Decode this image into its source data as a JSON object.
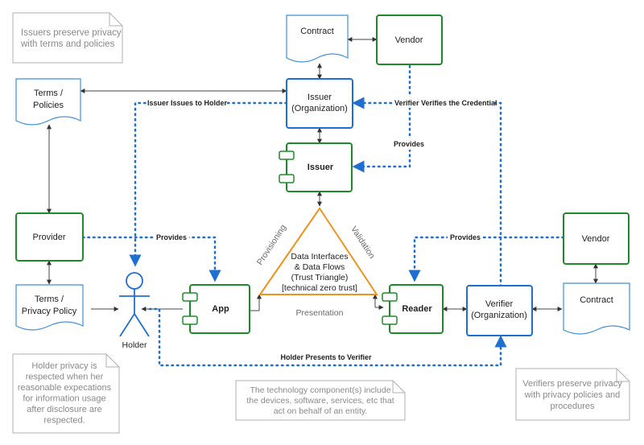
{
  "notes": {
    "issuers": [
      "Issuers preserve privacy",
      "with terms and policies"
    ],
    "holder": [
      "Holder privacy is",
      "respected when her",
      "reasonable expecations",
      "for information usage",
      "after disclosure are",
      "respected."
    ],
    "technology": [
      "The technology component(s) include",
      "the devices, software, services, etc that",
      "act on behalf of an entity."
    ],
    "verifiers": [
      "Verifiers preserve privacy",
      "with privacy policies and",
      "procedures"
    ]
  },
  "documents": {
    "contract_top": [
      "Contract"
    ],
    "terms_policies": [
      "Terms /",
      "Policies"
    ],
    "terms_privacy_policy": [
      "Terms /",
      "Privacy Policy"
    ],
    "contract_right": [
      "Contract"
    ]
  },
  "orgs": {
    "issuer_org": [
      "Issuer",
      "(Organization)"
    ],
    "verifier_org": [
      "Verifier",
      "(Organization)"
    ]
  },
  "vendors": {
    "vendor_top": "Vendor",
    "vendor_right": "Vendor",
    "provider": "Provider"
  },
  "components": {
    "issuer": "Issuer",
    "app": "App",
    "reader": "Reader"
  },
  "holder": {
    "label": "Holder"
  },
  "triangle": {
    "lines": [
      "Data Interfaces",
      "& Data Flows",
      "(Trust Triangle)",
      "[technical zero trust]"
    ],
    "left_side": "Provisioning",
    "right_side": "Validation",
    "bottom": "Presentation"
  },
  "flow_labels": {
    "issuer_issues": "Issuer Issues to Holder",
    "verifier_verifies": "Verifier Verifies the Credential",
    "provides_center": "Provides",
    "provides_left": "Provides",
    "provides_right": "Provides",
    "holder_presents": "Holder Presents to Verifier"
  },
  "colors": {
    "org_blue": "#1f6fd0",
    "vendor_green": "#1f8a2a",
    "triangle_orange": "#f0931e",
    "dotted_blue": "#1f6fd0",
    "note_gray": "#9a9a9a",
    "doc_blue": "#3f8fd8"
  }
}
